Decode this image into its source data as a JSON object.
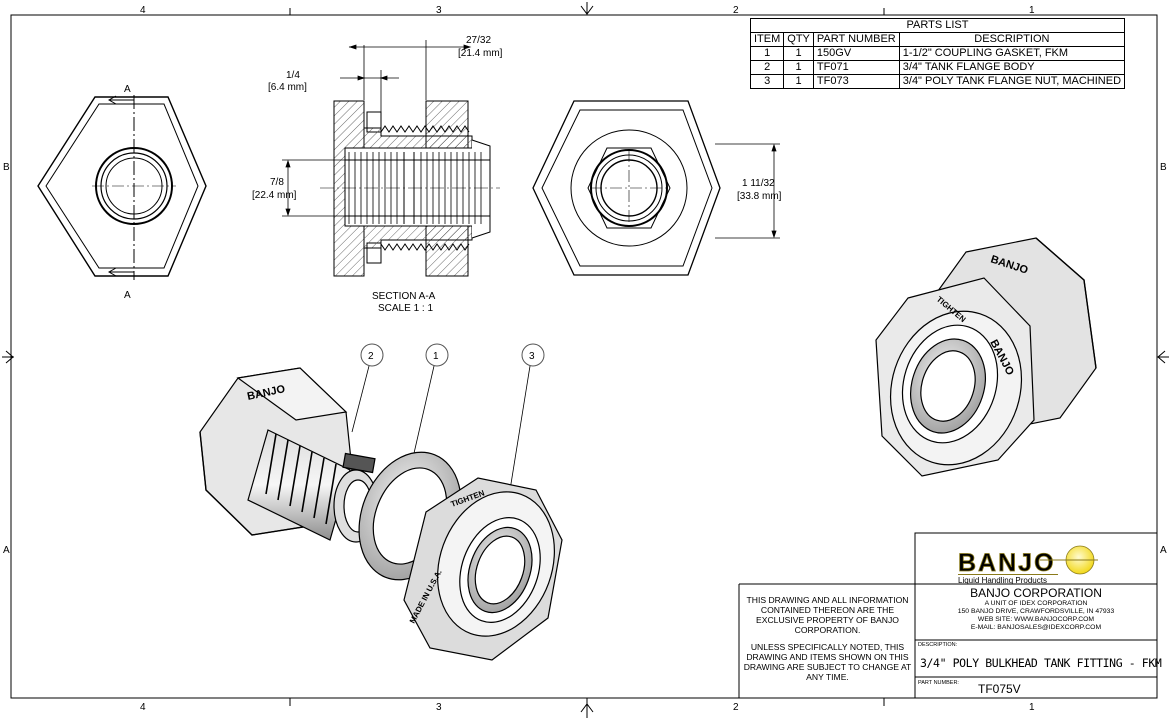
{
  "zones": {
    "cols": [
      "4",
      "3",
      "2",
      "1"
    ],
    "rows": [
      "B",
      "A"
    ]
  },
  "parts_list": {
    "title": "PARTS LIST",
    "headers": [
      "ITEM",
      "QTY",
      "PART NUMBER",
      "DESCRIPTION"
    ],
    "rows": [
      {
        "item": "1",
        "qty": "1",
        "part": "150GV",
        "desc": "1-1/2\" COUPLING GASKET, FKM"
      },
      {
        "item": "2",
        "qty": "1",
        "part": "TF071",
        "desc": "3/4\" TANK FLANGE BODY"
      },
      {
        "item": "3",
        "qty": "1",
        "part": "TF073",
        "desc": "3/4\" POLY TANK FLANGE NUT, MACHINED"
      }
    ]
  },
  "section": {
    "cut_label": "A",
    "title": "SECTION A-A",
    "scale": "SCALE 1 : 1"
  },
  "dimensions": {
    "top_right": {
      "value": "27/32",
      "metric": "[21.4 mm]"
    },
    "top_left": {
      "value": "1/4",
      "metric": "[6.4 mm]"
    },
    "bore": {
      "value": "7/8",
      "metric": "[22.4 mm]"
    },
    "across": {
      "value": "1 11/32",
      "metric": "[33.8 mm]"
    }
  },
  "balloons": [
    "2",
    "1",
    "3"
  ],
  "brand_mark": "BANJO",
  "nut_marking": "MADE IN U.S.A.",
  "tighten_marking": "TIGHTEN",
  "title_block": {
    "logo_text": "BANJO",
    "logo_tagline": "Liquid Handling Products",
    "notice_1": "THIS DRAWING AND ALL INFORMATION CONTAINED THEREON ARE THE EXCLUSIVE PROPERTY OF BANJO CORPORATION.",
    "notice_2": "UNLESS SPECIFICALLY NOTED, THIS DRAWING AND ITEMS SHOWN ON THIS DRAWING ARE SUBJECT TO CHANGE AT ANY TIME.",
    "company": "BANJO CORPORATION",
    "unit": "A UNIT OF IDEX CORPORATION",
    "address": "150 BANJO DRIVE, CRAWFORDSVILLE, IN 47933",
    "web": "WEB SITE: WWW.BANJOCORP.COM",
    "email": "E-MAIL: BANJOSALES@IDEXCORP.COM",
    "description_label": "DESCRIPTION:",
    "description": "3/4\" POLY BULKHEAD TANK FITTING - FKM",
    "part_number_label": "PART NUMBER:",
    "part_number": "TF075V"
  },
  "colors": {
    "logo_yellow": "#ffe94a",
    "logo_outline": "#8a7a1a",
    "line": "#000000"
  }
}
